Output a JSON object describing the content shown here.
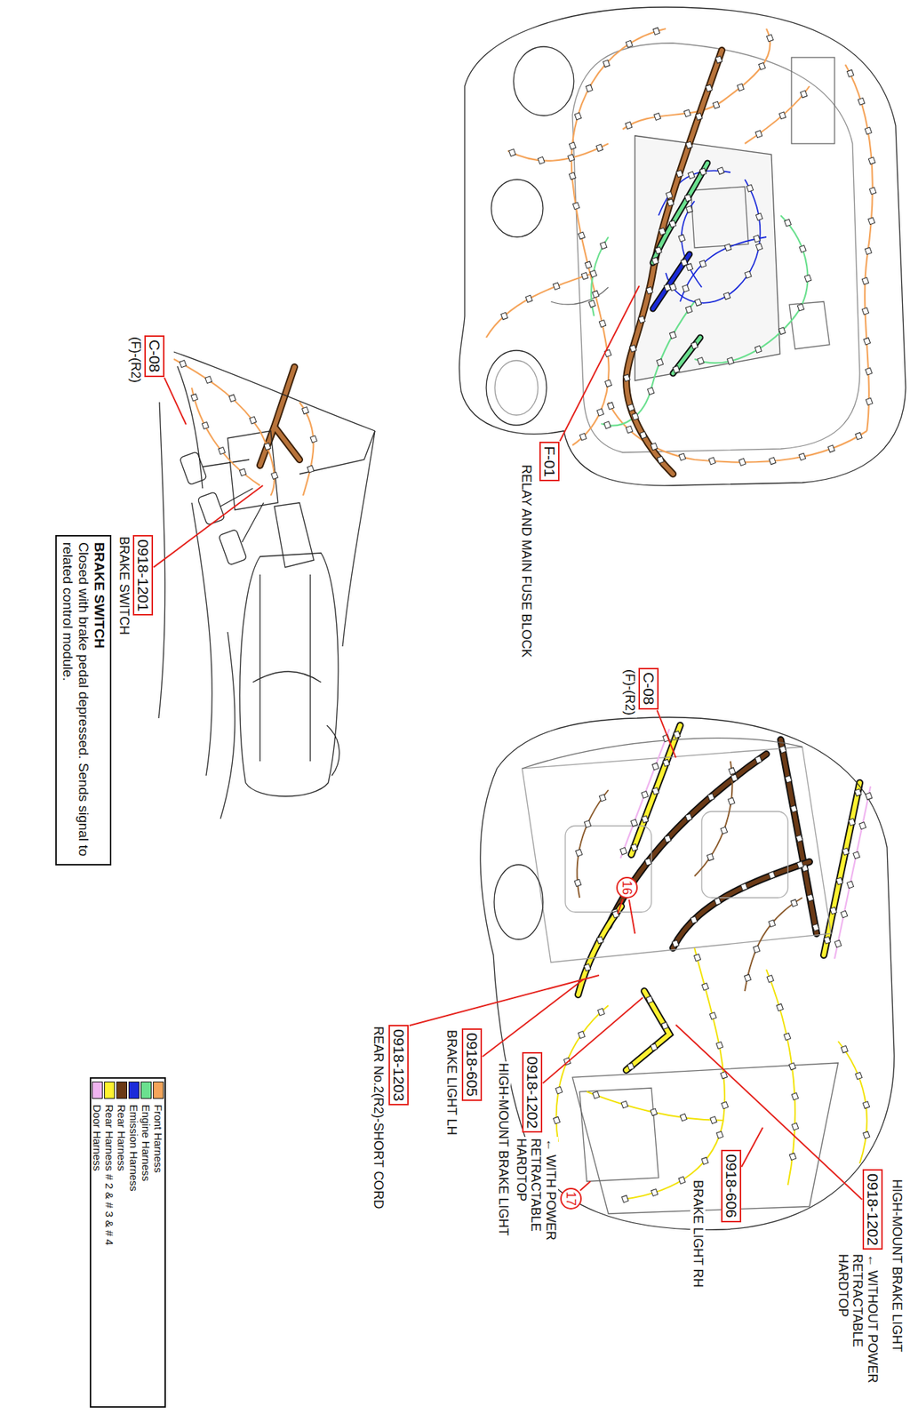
{
  "diagram": {
    "nodes": [
      {
        "text": [
          "F-01",
          "RELAY AND MAIN FUSE BLOCK"
        ]
      },
      {
        "text": [
          "C-08",
          "(F)-(R2)"
        ]
      },
      {
        "text": [
          "0918-1201",
          "BRAKE SWITCH"
        ]
      },
      {
        "text": [
          "BRAKE SWITCH",
          "Closed with brake pedal depressed. Sends signal to related control module."
        ]
      },
      {
        "text": [
          "C-08",
          "(F)-(R2)"
        ]
      },
      {
        "text": [
          "16"
        ]
      },
      {
        "text": [
          "0918-1203",
          "REAR No.2(R2)-SHORT CORD"
        ]
      },
      {
        "text": [
          "0918-605",
          "BRAKE LIGHT LH"
        ]
      },
      {
        "text": [
          "0918-1202",
          "← WITH POWER RETRACTABLE HARDTOP",
          "HIGH-MOUNT BRAKE LIGHT"
        ]
      },
      {
        "text": [
          "0918-606",
          "BRAKE LIGHT RH"
        ]
      },
      {
        "text": [
          "17"
        ]
      },
      {
        "text": [
          "HIGH-MOUNT BRAKE LIGHT",
          "0918-1202",
          "← WITHOUT POWER RETRACTABLE HARDTOP"
        ]
      }
    ],
    "legend": [
      {
        "text": "Front Harness",
        "color": "#F5A45A"
      },
      {
        "text": "Engine Harness",
        "color": "#6BE08F"
      },
      {
        "text": "Emission Harness",
        "color": "#1B2BD9"
      },
      {
        "text": "Rear Harness",
        "color": "#6B3A16"
      },
      {
        "text": "Rear Harness # 2 & # 3 & # 4",
        "color": "#FFF230"
      },
      {
        "text": "Door Harness",
        "color": "#F0B4F0"
      }
    ]
  }
}
